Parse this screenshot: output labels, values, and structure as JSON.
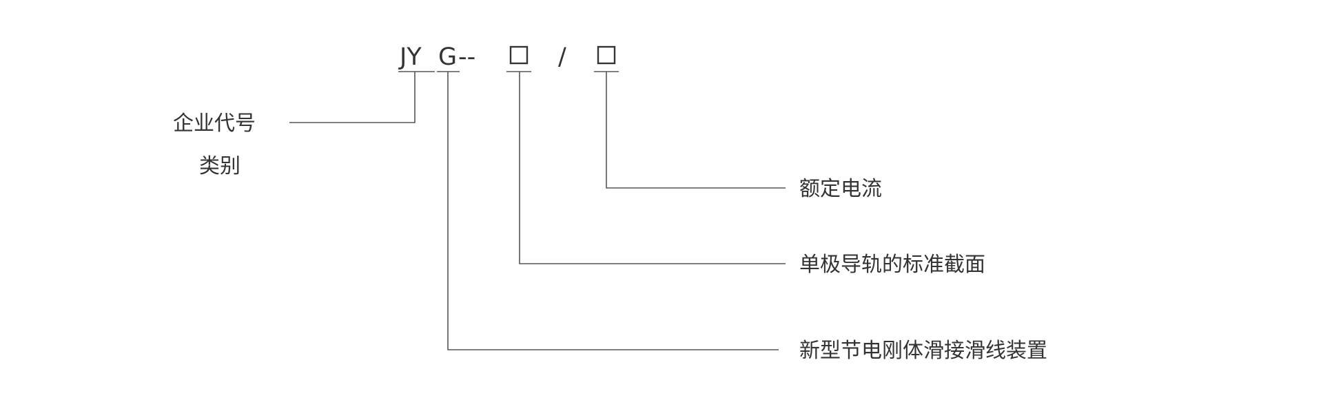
{
  "code": {
    "prefix_jy": "JY",
    "letter_g": "G",
    "dashes": "--",
    "slash": "/",
    "placeholder_1": "□",
    "placeholder_2": "□"
  },
  "labels": {
    "enterprise_code": "企业代号",
    "category": "类别",
    "rated_current": "额定电流",
    "cross_section": "单极导轨的标准截面",
    "device_name": "新型节电刚体滑接滑线装置"
  }
}
